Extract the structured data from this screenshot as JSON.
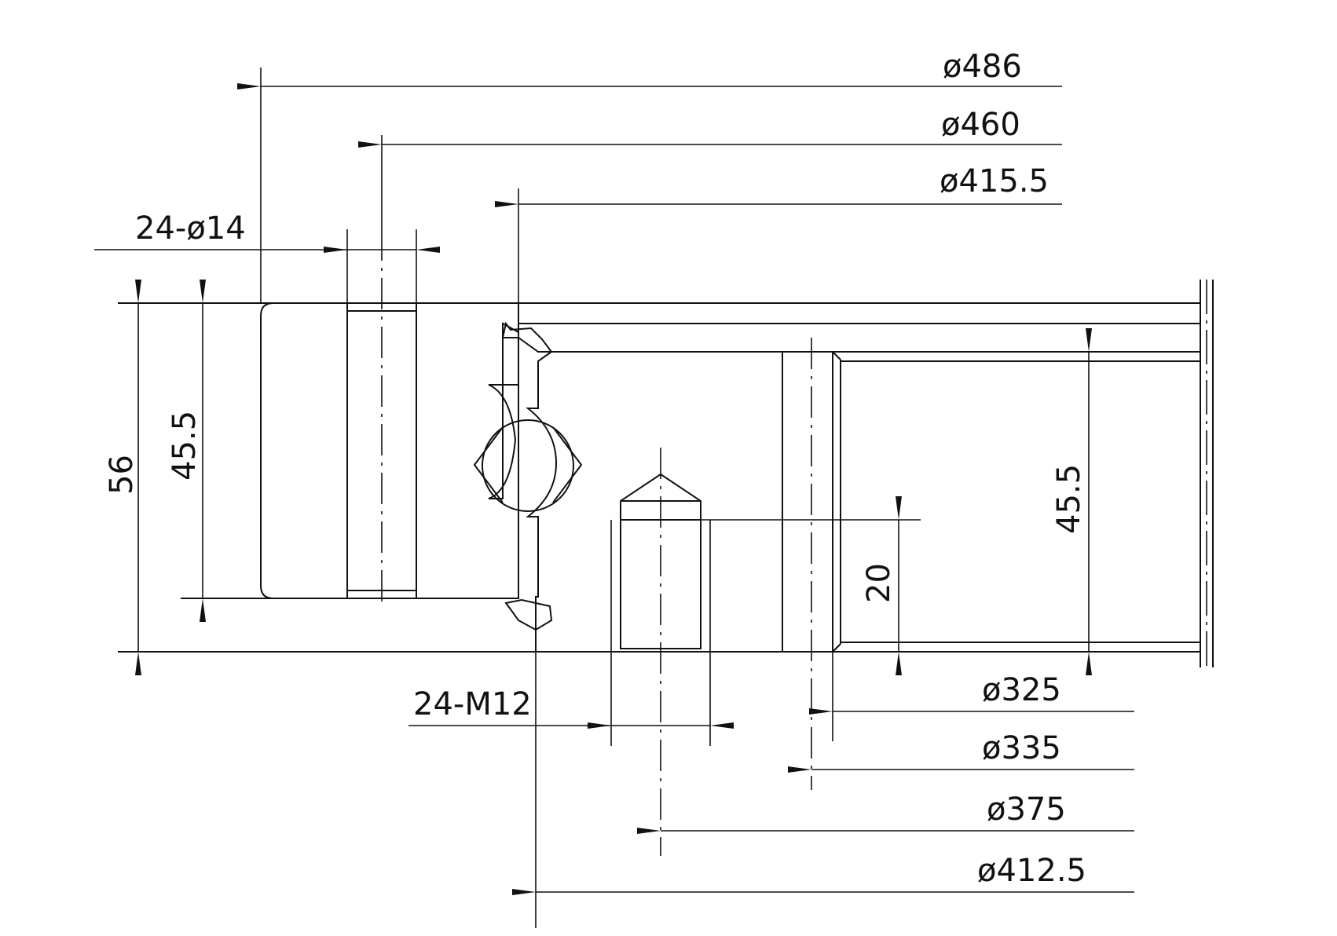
{
  "dimensions": {
    "dia_486": "ø486",
    "dia_460": "ø460",
    "dia_415_5": "ø415.5",
    "holes_outer": "24-ø14",
    "height_56": "56",
    "height_45_5_left": "45.5",
    "height_45_5_right": "45.5",
    "depth_20": "20",
    "threads_inner": "24-M12",
    "dia_325": "ø325",
    "dia_335": "ø335",
    "dia_375": "ø375",
    "dia_412_5": "ø412.5"
  }
}
